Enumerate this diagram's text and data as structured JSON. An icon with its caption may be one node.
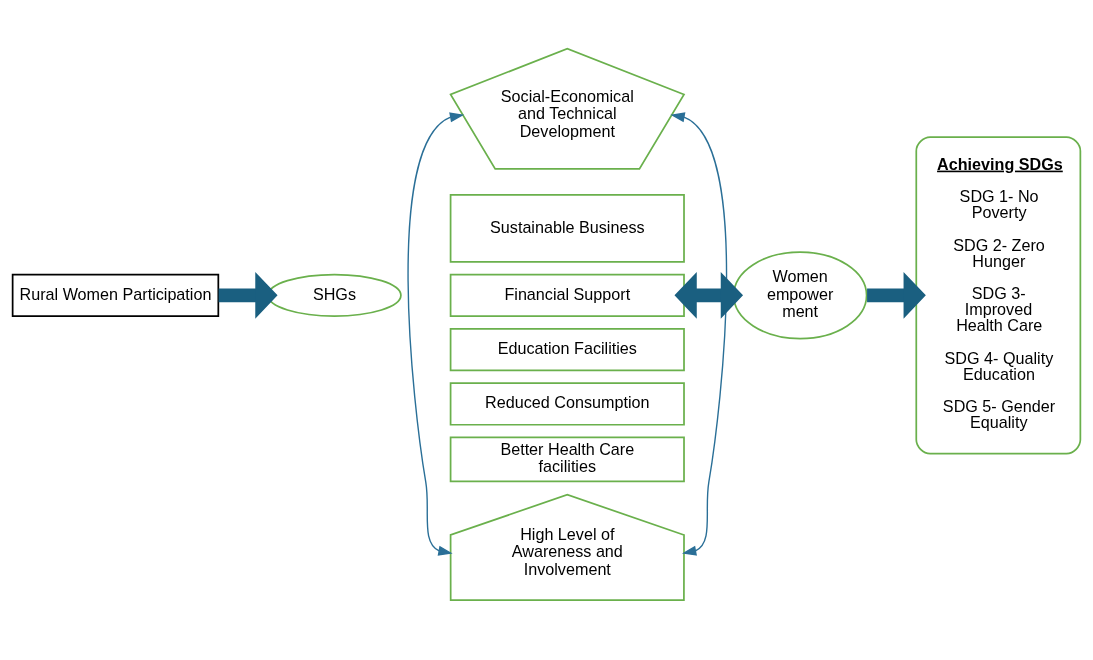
{
  "diagram": {
    "nodes": [
      {
        "text": [
          "Rural Women Participation"
        ]
      },
      {
        "text": [
          "SHGs"
        ]
      },
      {
        "text": [
          "Social-Economical and Technical Development"
        ]
      },
      {
        "text": [
          "Sustainable Business"
        ]
      },
      {
        "text": [
          "Financial Support"
        ]
      },
      {
        "text": [
          "Education Facilities"
        ]
      },
      {
        "text": [
          "Reduced Consumption"
        ]
      },
      {
        "text": [
          "Better Health Care facilities"
        ]
      },
      {
        "text": [
          "High Level of Awareness and Involvement"
        ]
      },
      {
        "text": [
          "Women empower ment"
        ]
      },
      {
        "text": [
          "Achieving SDGs",
          "SDG 1- No Poverty",
          "SDG 2- Zero Hunger",
          "SDG 3- Improved Health Care",
          "SDG 4- Quality Education",
          "SDG 5- Gender Equality"
        ]
      }
    ],
    "edges": [
      {
        "from": 0,
        "to": 1,
        "arrow": "to"
      },
      {
        "from": 2,
        "to": 8,
        "arrow": "both",
        "color": "#2a6f97"
      },
      {
        "from": 2,
        "to": 8,
        "arrow": "both",
        "color": "#2a6f97"
      },
      {
        "from": 4,
        "to": 9,
        "arrow": "both"
      },
      {
        "from": 9,
        "to": 10,
        "arrow": "to"
      }
    ]
  }
}
